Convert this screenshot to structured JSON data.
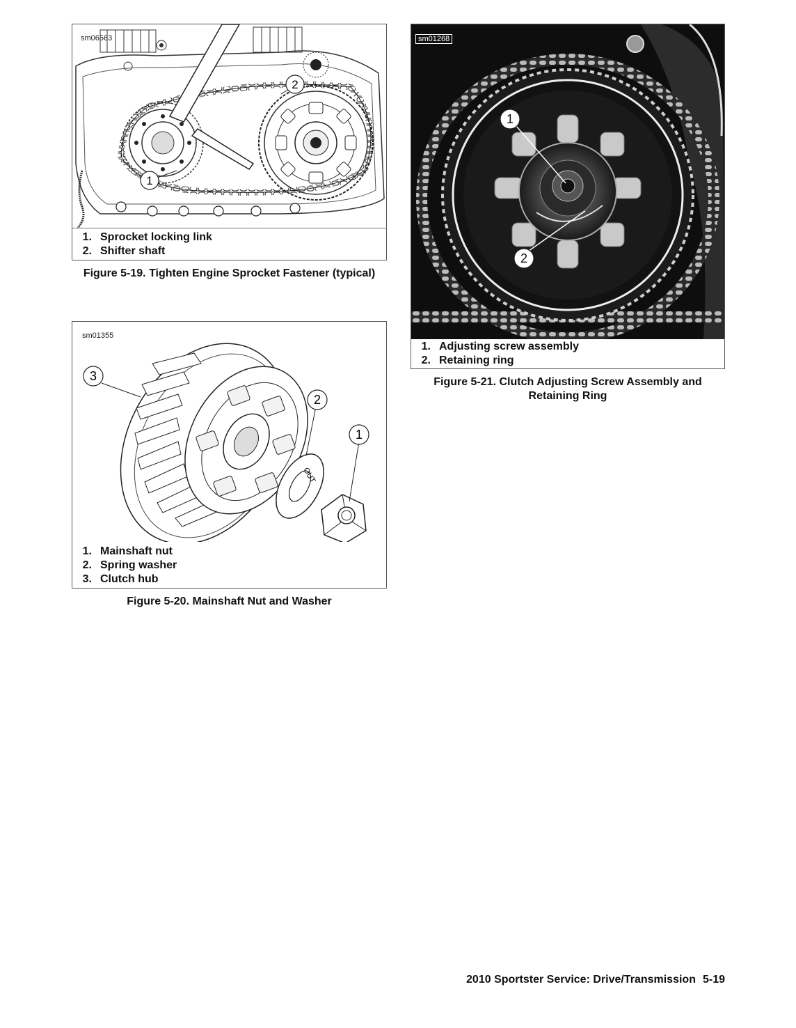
{
  "fig19": {
    "tag": "sm06563",
    "callouts": [
      "1",
      "2"
    ],
    "legend": [
      {
        "num": "1.",
        "text": "Sprocket locking link"
      },
      {
        "num": "2.",
        "text": "Shifter shaft"
      }
    ],
    "caption": "Figure 5-19. Tighten Engine Sprocket Fastener (typical)"
  },
  "fig20": {
    "tag": "sm01355",
    "callouts": [
      "3",
      "2",
      "1"
    ],
    "washer_text": "OUT",
    "legend": [
      {
        "num": "1.",
        "text": "Mainshaft nut"
      },
      {
        "num": "2.",
        "text": "Spring washer"
      },
      {
        "num": "3.",
        "text": "Clutch hub"
      }
    ],
    "caption": "Figure 5-20. Mainshaft Nut and Washer"
  },
  "fig21": {
    "tag": "sm01268",
    "callouts": [
      "1",
      "2"
    ],
    "legend": [
      {
        "num": "1.",
        "text": "Adjusting screw assembly"
      },
      {
        "num": "2.",
        "text": "Retaining ring"
      }
    ],
    "caption_line1": "Figure 5-21. Clutch Adjusting Screw Assembly and",
    "caption_line2": "Retaining Ring"
  },
  "footer": {
    "title": "2010 Sportster Service: Drive/Transmission",
    "page": "5-19"
  }
}
